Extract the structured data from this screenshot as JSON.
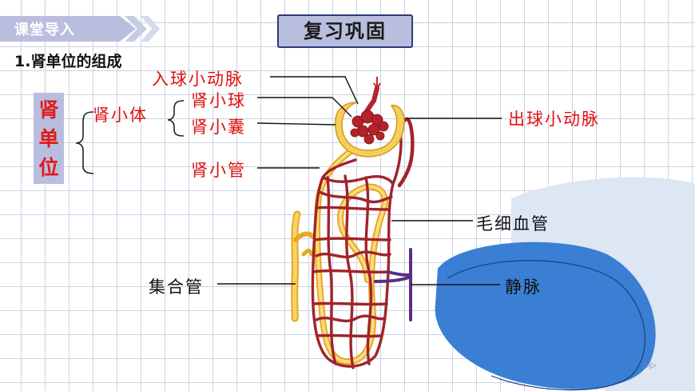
{
  "header": {
    "banner_label": "课堂导入",
    "title": "复习巩固",
    "subtitle": "1.肾单位的组成"
  },
  "sidebar_term": {
    "chars": [
      "肾",
      "单",
      "位"
    ]
  },
  "labels": {
    "kidney_corpuscle": "肾小体",
    "afferent_arteriole": "入球小动脉",
    "glomerulus": "肾小球",
    "bowmans_capsule": "肾小囊",
    "renal_tubule": "肾小管",
    "efferent_arteriole": "出球小动脉",
    "capillaries": "毛细血管",
    "collecting_duct": "集合管",
    "vein": "静脉"
  },
  "nav": {
    "icon": "play-next-icon",
    "symbol": "▷▷"
  },
  "colors": {
    "banner": "#b9bedf",
    "accent_red": "#e01010",
    "blob_blue": "#3a7fd4",
    "grid": "#c9d2e6"
  }
}
